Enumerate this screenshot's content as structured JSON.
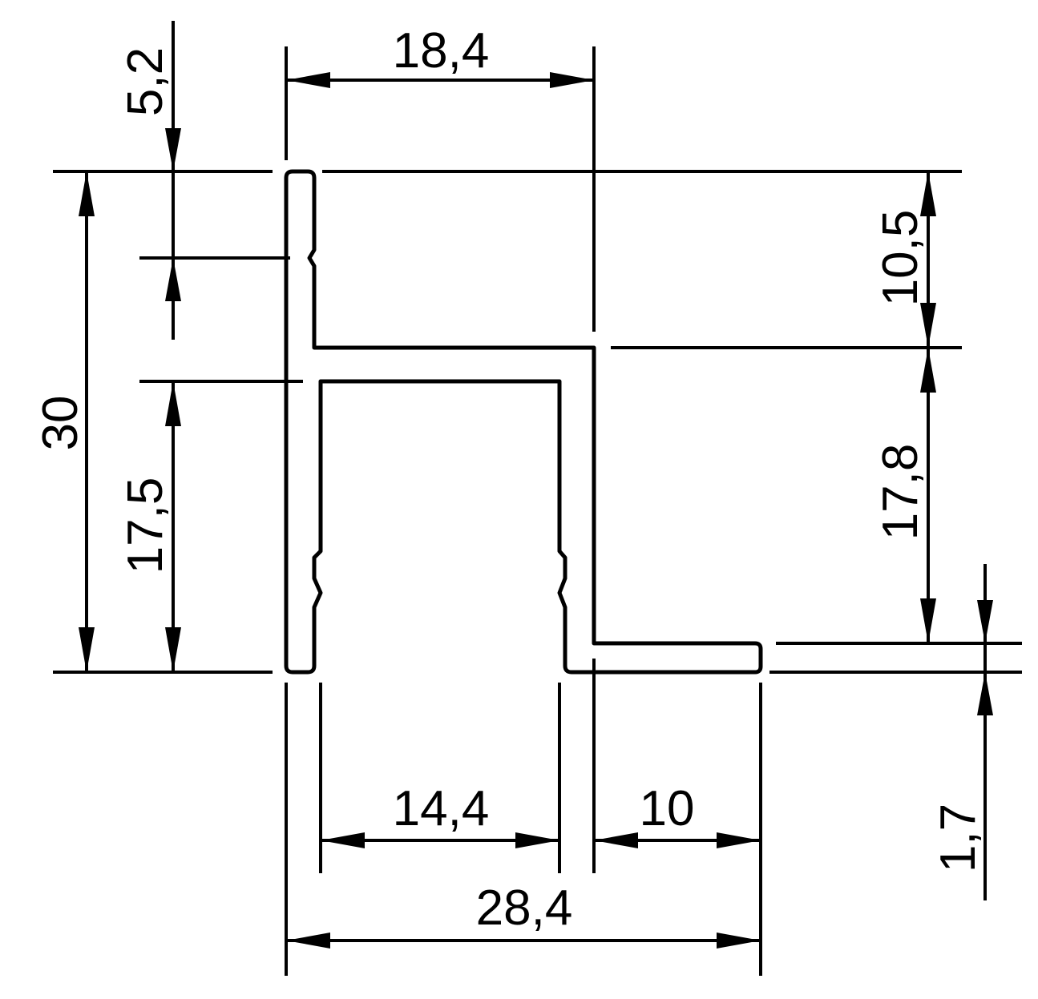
{
  "colors": {
    "ink": "#000000",
    "background": "#ffffff"
  },
  "dimensions": {
    "top_width": "18,4",
    "top_notch": "5,2",
    "total_height": "30",
    "inner_height": "17,5",
    "upper_right_height": "10,5",
    "lower_right_height": "17,8",
    "flange_thickness": "1,7",
    "inner_width": "14,4",
    "flange_length": "10",
    "total_width": "28,4"
  }
}
